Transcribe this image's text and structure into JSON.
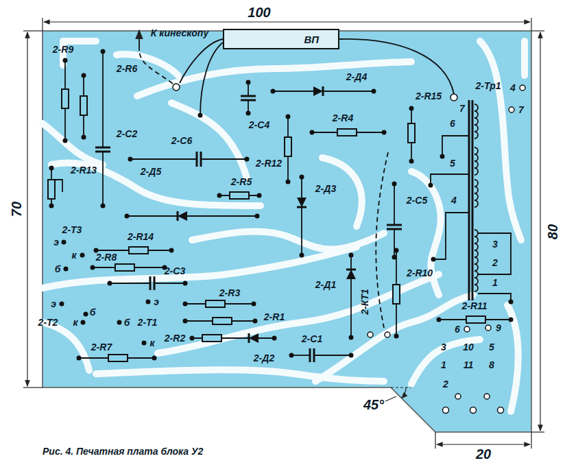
{
  "diagram": {
    "caption": "Рис. 4. Печатная плата блока У2",
    "nodes": [
      {
        "text": [
          "ВП"
        ]
      }
    ],
    "labels": [
      "100",
      "70",
      "80",
      "45°",
      "20",
      "К кинескопу",
      "2-R9",
      "2-R6",
      "2-Д4",
      "2-Тр1",
      "4",
      "7",
      "2-R15",
      "7",
      "2-С4",
      "2-R4",
      "6",
      "2-С2",
      "2-С6",
      "2-R12",
      "2-R13",
      "2-Д5",
      "5",
      "2-R5",
      "2-Д3",
      "2-С5",
      "4",
      "2-Т3",
      "э",
      "к",
      "б",
      "2-R14",
      "3",
      "2-R8",
      "2-С3",
      "2",
      "2-Д1",
      "2-R10",
      "1",
      "2-R3",
      "э",
      "б",
      "э",
      "2-R11",
      "2-Т2",
      "к",
      "б",
      "2-Т1",
      "2-R1",
      "2-КТ1",
      "6",
      "9",
      "2-R2",
      "к",
      "2-С1",
      "3",
      "10",
      "5",
      "2-R7",
      "2-Д2",
      "1",
      "11",
      "8",
      "2"
    ]
  }
}
